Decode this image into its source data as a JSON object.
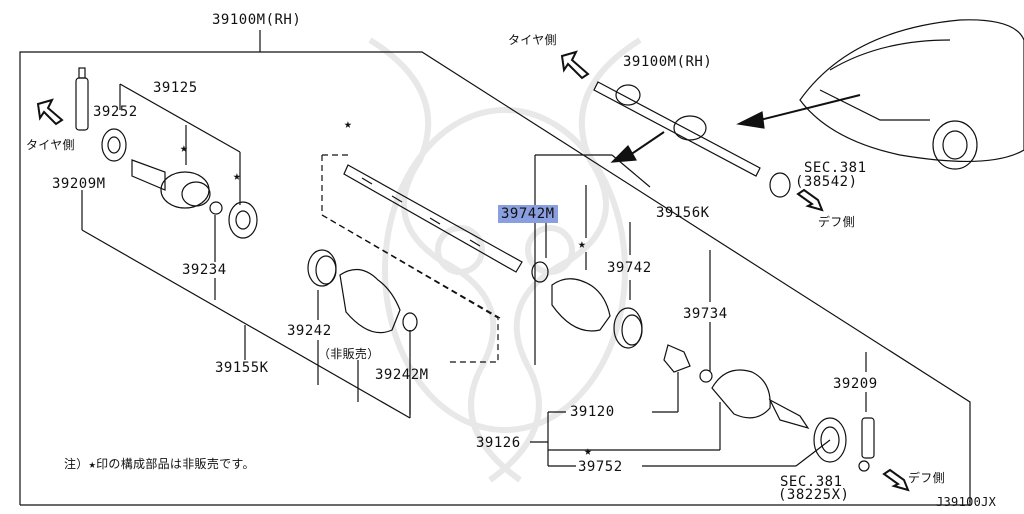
{
  "labels": {
    "assembly_rh_main": "39100M(RH)",
    "assembly_rh_small": "39100M(RH)",
    "part_39125": "39125",
    "part_39252": "39252",
    "tire_side_left": "タイヤ側",
    "part_39209m": "39209M",
    "part_39234": "39234",
    "part_39242": "39242",
    "not_sold": "（非販売）",
    "part_39242m": "39242M",
    "part_39155k": "39155K",
    "part_39742m": "39742M",
    "part_39156k": "39156K",
    "part_39742": "39742",
    "part_39734": "39734",
    "part_39209": "39209",
    "part_39120": "39120",
    "part_39126": "39126",
    "part_39752": "39752",
    "tire_side_top": "タイヤ側",
    "sec_381_top": "SEC.381",
    "sec_381_top_code": "(38542)",
    "diff_side_top": "デフ側",
    "sec_381_bottom": "SEC.381",
    "sec_381_bottom_code": "(38225X)",
    "diff_side_bottom": "デフ側",
    "footnote": "注）★印の構成部品は非販売です。",
    "diagram_code": "J39100JX"
  },
  "colors": {
    "line": "#111111",
    "highlight": "#8a9fe0",
    "watermark": "#e6e6e6"
  }
}
